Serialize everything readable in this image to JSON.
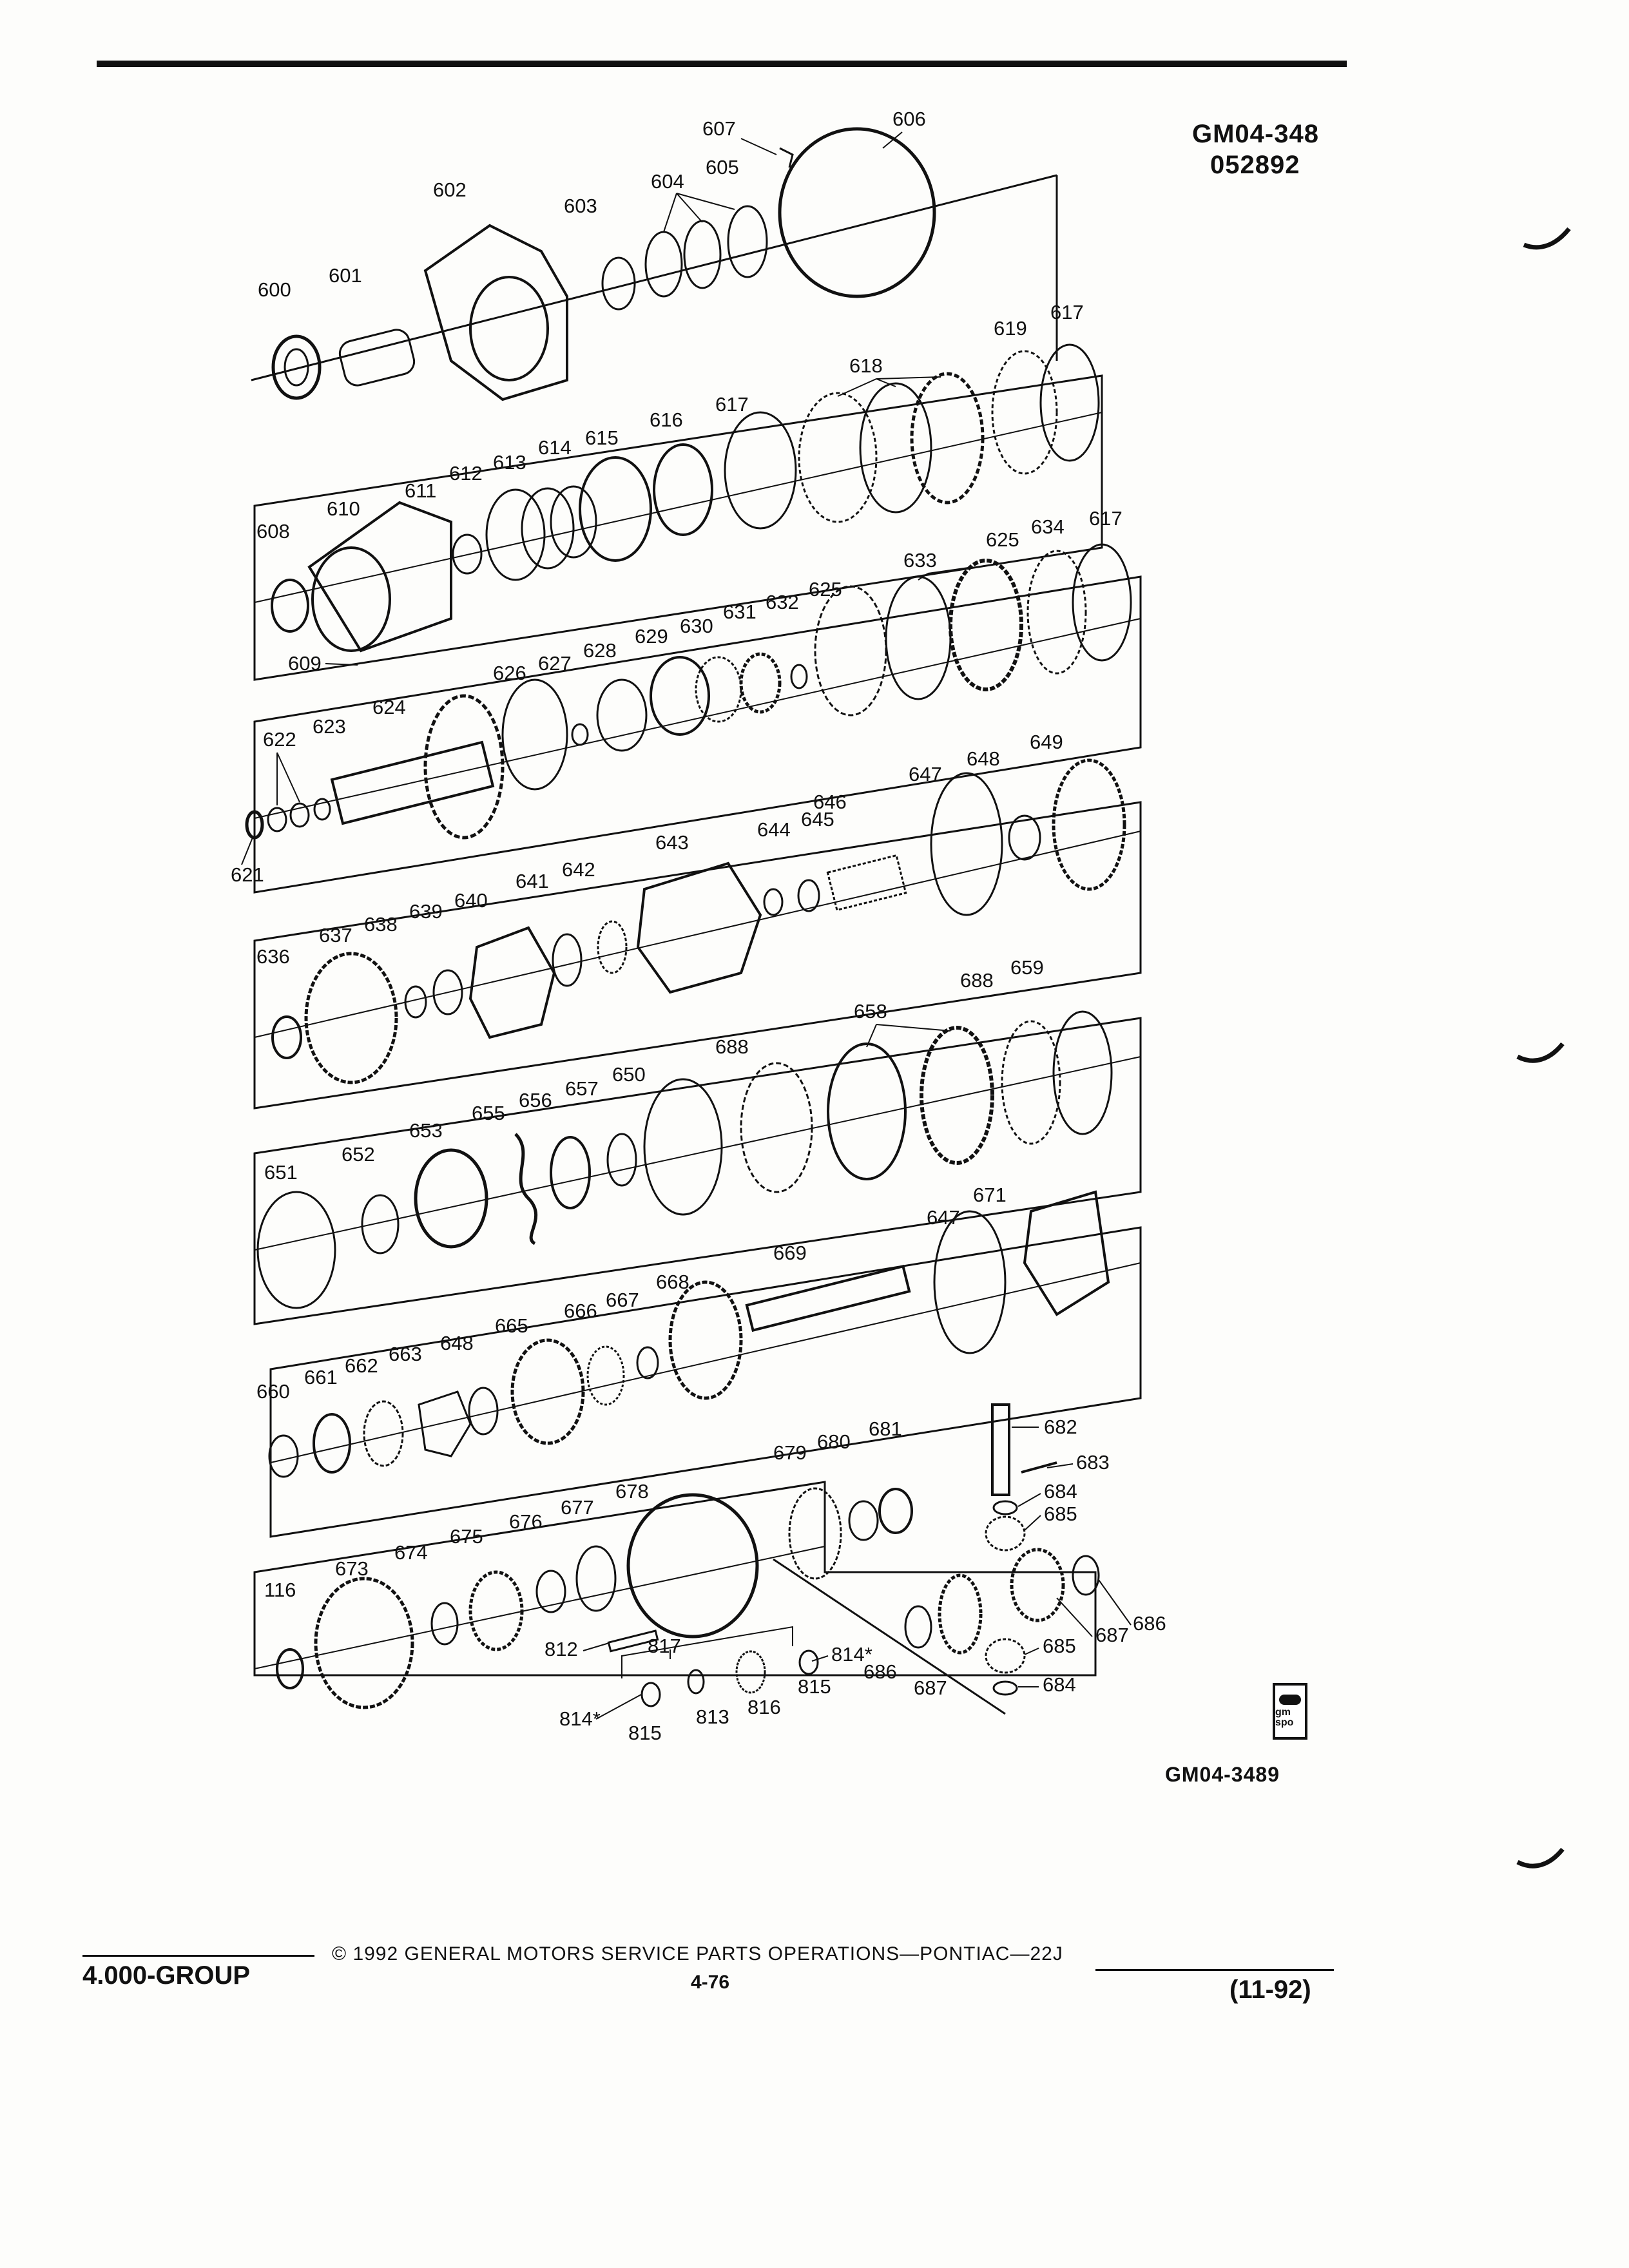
{
  "document": {
    "code_top": "GM04-348",
    "code_date": "052892",
    "code_bottom": "GM04-3489",
    "logo_text": "gm spo"
  },
  "footer": {
    "copyright": "© 1992 GENERAL MOTORS SERVICE PARTS OPERATIONS—PONTIAC—22J",
    "page_number": "4-76",
    "group": "4.000-GROUP",
    "date": "(11-92)"
  },
  "part_labels": {
    "row1": [
      "600",
      "601",
      "602",
      "603",
      "604",
      "605",
      "607",
      "606"
    ],
    "row2": [
      "608",
      "610",
      "609",
      "611",
      "612",
      "613",
      "614",
      "615",
      "616",
      "617",
      "618",
      "619",
      "617"
    ],
    "row3": [
      "621",
      "622",
      "623",
      "624",
      "626",
      "627",
      "628",
      "629",
      "630",
      "631",
      "632",
      "625",
      "633",
      "625",
      "634",
      "617"
    ],
    "row4": [
      "636",
      "637",
      "638",
      "639",
      "640",
      "641",
      "642",
      "643",
      "644",
      "645",
      "646",
      "647",
      "648",
      "649"
    ],
    "row5": [
      "651",
      "652",
      "653",
      "655",
      "656",
      "657",
      "650",
      "688",
      "658",
      "688",
      "659"
    ],
    "row6": [
      "660",
      "661",
      "662",
      "663",
      "648",
      "665",
      "666",
      "667",
      "668",
      "669",
      "647",
      "671"
    ],
    "row7": [
      "116",
      "673",
      "674",
      "675",
      "676",
      "677",
      "678",
      "679",
      "680",
      "681",
      "682",
      "683",
      "684",
      "685",
      "812",
      "817",
      "814*",
      "815",
      "816",
      "813",
      "814*",
      "815",
      "686",
      "687",
      "685",
      "684",
      "687",
      "686"
    ]
  }
}
